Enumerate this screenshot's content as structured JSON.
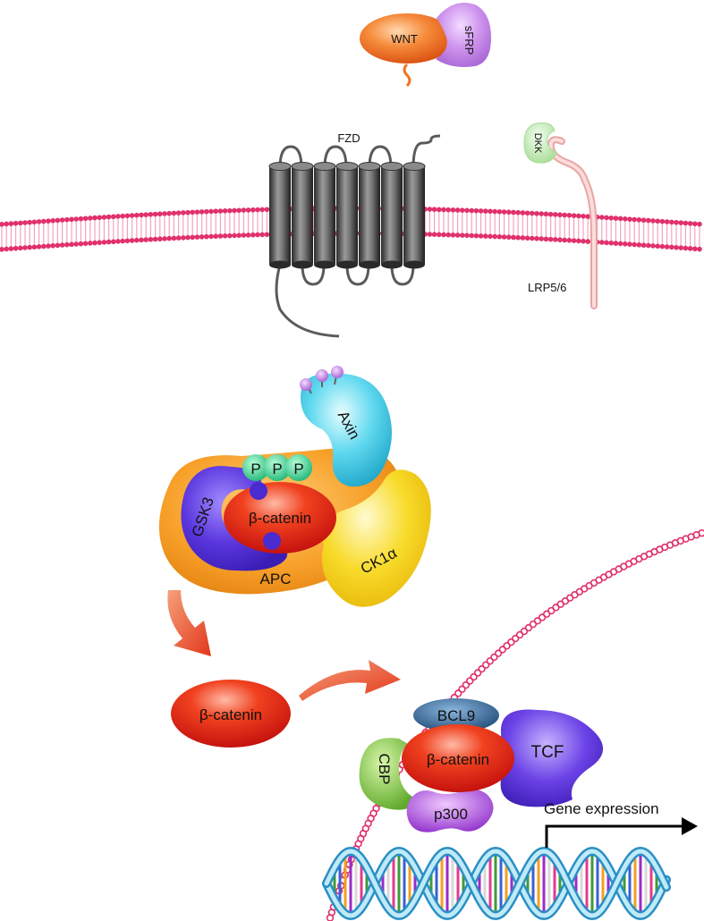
{
  "labels": {
    "wnt": "WNT",
    "sfrp": "sFRP",
    "fzd": "FZD",
    "dkk": "DKK",
    "lrp": "LRP5/6",
    "axin": "Axin",
    "phospho": [
      "P",
      "P",
      "P"
    ],
    "gsk3": "GSK3",
    "beta_catenin_complex": "β-catenin",
    "apc": "APC",
    "ck1a": "CK1α",
    "beta_catenin_free": "β-catenin",
    "bcl9": "BCL9",
    "cbp": "CBP",
    "beta_catenin_nuclear": "β-catenin",
    "tcf": "TCF",
    "p300": "p300",
    "gene_expression": "Gene expression"
  },
  "colors": {
    "membrane": "#e0306e",
    "nucleus_envelope": "#e0306e",
    "wnt": "#f26d1f",
    "sfrp": "#c68be8",
    "dkk": "#bfe8b0",
    "lrp": "#f6c4c4",
    "fzd": "#555555",
    "axin": "#4fd2ec",
    "gsk3": "#5b3bd9",
    "beta_catenin": "#e8231c",
    "apc": "#f59a1f",
    "ck1a": "#f6d21a",
    "phospho": "#34c98a",
    "bcl9": "#2e5a86",
    "cbp": "#7cbf3a",
    "tcf": "#6a3ee0",
    "p300": "#a13fd8",
    "arrow": "#e8451e"
  }
}
